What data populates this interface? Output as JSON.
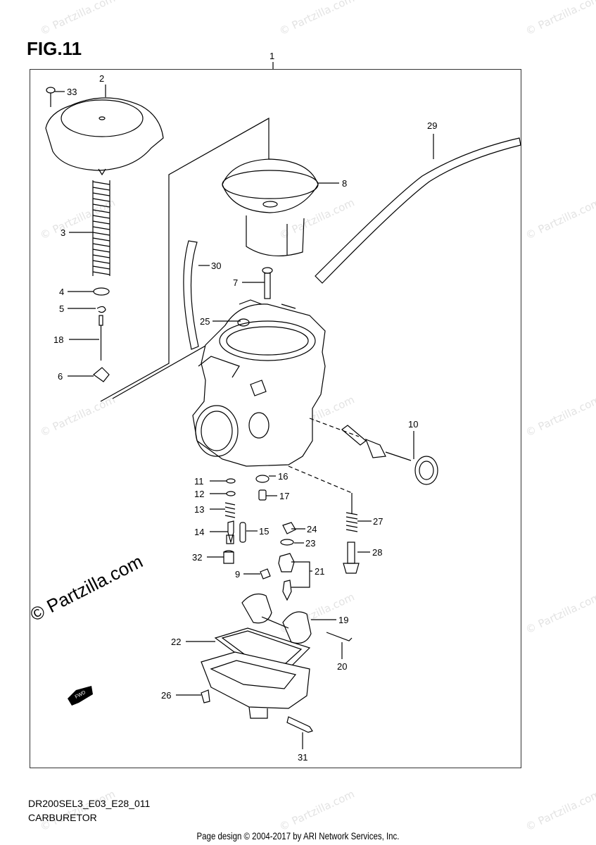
{
  "figure": {
    "title": "FIG.11"
  },
  "parts": [
    {
      "no": "1"
    },
    {
      "no": "2"
    },
    {
      "no": "3"
    },
    {
      "no": "4"
    },
    {
      "no": "5"
    },
    {
      "no": "6"
    },
    {
      "no": "7"
    },
    {
      "no": "8"
    },
    {
      "no": "9"
    },
    {
      "no": "10"
    },
    {
      "no": "11"
    },
    {
      "no": "12"
    },
    {
      "no": "13"
    },
    {
      "no": "14"
    },
    {
      "no": "15"
    },
    {
      "no": "16"
    },
    {
      "no": "17"
    },
    {
      "no": "18"
    },
    {
      "no": "19"
    },
    {
      "no": "20"
    },
    {
      "no": "21"
    },
    {
      "no": "22"
    },
    {
      "no": "23"
    },
    {
      "no": "24"
    },
    {
      "no": "25"
    },
    {
      "no": "26"
    },
    {
      "no": "27"
    },
    {
      "no": "28"
    },
    {
      "no": "29"
    },
    {
      "no": "30"
    },
    {
      "no": "31"
    },
    {
      "no": "32"
    },
    {
      "no": "33"
    }
  ],
  "badge": {
    "fwd": "FWD"
  },
  "watermark": {
    "text": "© Partzilla.com"
  },
  "footer": {
    "diagram_code": "DR200SEL3_E03_E28_011",
    "caption": "CARBURETOR",
    "credit": "Page design © 2004-2017 by ARI Network Services, Inc."
  }
}
